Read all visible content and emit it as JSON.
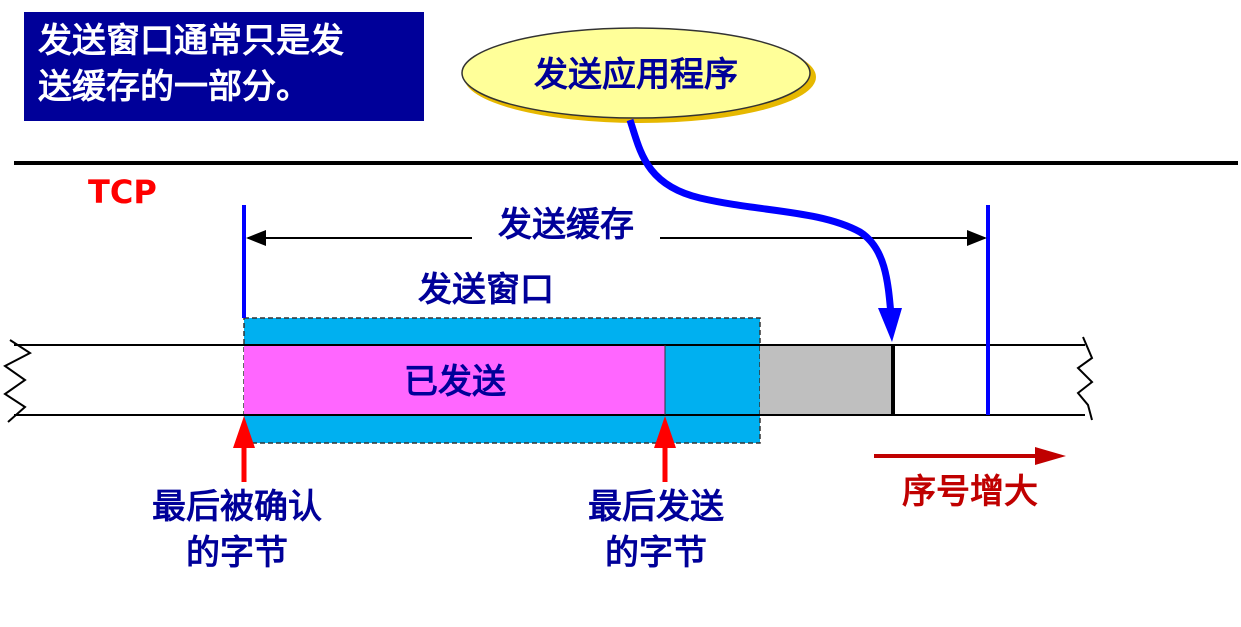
{
  "callout": {
    "line1": "发送窗口通常只是发",
    "line2": "送缓存的一部分。"
  },
  "app_bubble": {
    "label": "发送应用程序"
  },
  "layer_label": "TCP",
  "buffer": {
    "label": "发送缓存"
  },
  "window": {
    "label": "发送窗口"
  },
  "segments": {
    "sent_label": "已发送"
  },
  "pointers": [
    {
      "line1": "最后被确认",
      "line2": "的字节"
    },
    {
      "line1": "最后发送",
      "line2": "的字节"
    }
  ],
  "sequence_direction": {
    "label": "序号增大"
  },
  "colors": {
    "callout_bg": "#000099",
    "text_navy": "#000099",
    "tcp_red": "#ff0000",
    "window_fill": "#00b0f0",
    "sent_fill": "#ff66ff",
    "unsent_fill": "#bfbfbf",
    "buffer_line": "#0000ff",
    "bubble_fill": "#ffff99",
    "seq_arrow": "#c00000"
  }
}
